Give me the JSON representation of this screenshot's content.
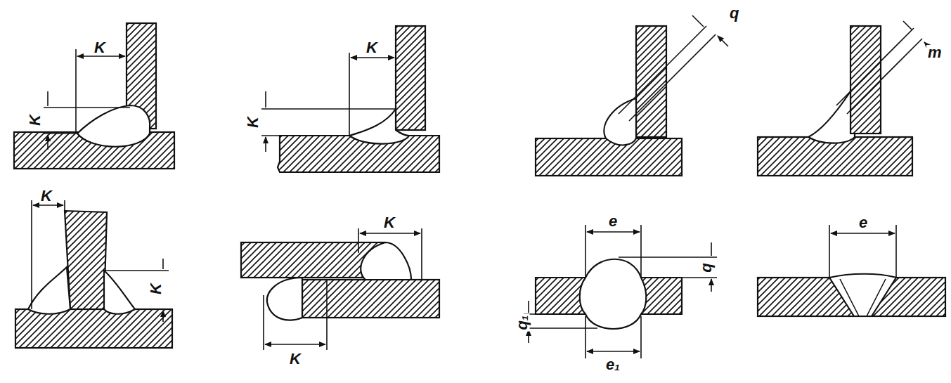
{
  "diagram": {
    "labels": [
      "K",
      "K",
      "K",
      "K",
      "q",
      "m",
      "K",
      "K",
      "K",
      "K",
      "e",
      "q",
      "q₁",
      "e₁",
      "e"
    ]
  }
}
